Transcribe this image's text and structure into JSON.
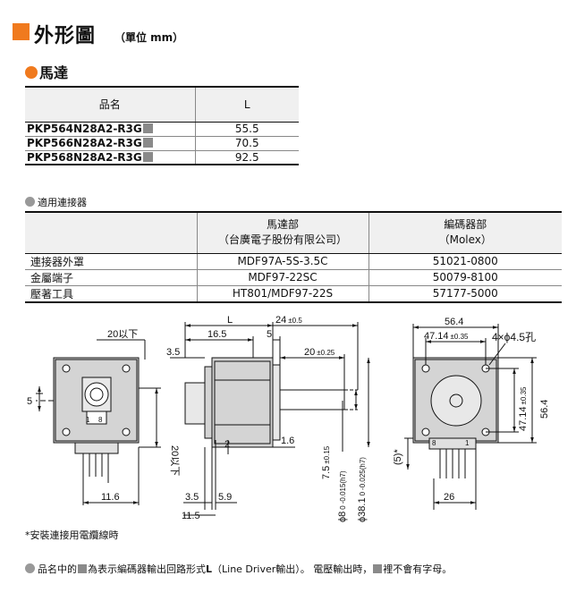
{
  "heading": {
    "title": "外形圖",
    "unit": "（單位 mm）"
  },
  "section": {
    "title": "馬達"
  },
  "model_table": {
    "headers": [
      "品名",
      "L"
    ],
    "rows": [
      {
        "name": "PKP564N28A2-R3G",
        "l": "55.5"
      },
      {
        "name": "PKP566N28A2-R3G",
        "l": "70.5"
      },
      {
        "name": "PKP568N28A2-R3G",
        "l": "92.5"
      }
    ]
  },
  "connector": {
    "title": "適用連接器",
    "headers": {
      "motor_line1": "馬達部",
      "motor_line2": "（台廣電子股份有限公司）",
      "encoder_line1": "編碼器部",
      "encoder_line2": "（Molex）"
    },
    "rows": [
      {
        "item": "連接器外罩",
        "motor": "MDF97A-5S-3.5C",
        "encoder": "51021-0800"
      },
      {
        "item": "金屬端子",
        "motor": "MDF97-22SC",
        "encoder": "50079-8100"
      },
      {
        "item": "壓著工具",
        "motor": "HT801/MDF97-22S",
        "encoder": "57177-5000"
      }
    ]
  },
  "drawing": {
    "dim_20_top": "20以下",
    "dim_20_side": "20以下",
    "dim_5": "5",
    "dim_11_6": "11.6",
    "pin_1": "1",
    "pin_8": "8",
    "dim_L": "L",
    "dim_24": "24",
    "tol_24": "±0.5",
    "dim_16_5": "16.5",
    "dim_5b": "5",
    "dim_3_5a": "3.5",
    "dim_20b": "20",
    "tol_20": "±0.25",
    "dim_2": "2",
    "dim_1_6": "1.6",
    "dim_7_5": "7.5",
    "tol_7_5": "±0.15",
    "dim_phi8": "ϕ8",
    "tol_phi8_top": "0",
    "tol_phi8_bot": "-0.015(h7)",
    "dim_phi38": "ϕ38.1",
    "tol_phi38_top": "0",
    "tol_phi38_bot": "-0.025(h7)",
    "dim_3_5b": "3.5",
    "dim_5_9": "5.9",
    "dim_11_5": "11.5",
    "dim_56_4": "56.4",
    "dim_47_14": "47.14",
    "tol_47": "±0.35",
    "dim_holes": "4×ϕ4.5孔",
    "dim_47_14v": "47.14",
    "tol_47v": "±0.35",
    "dim_56_4v": "56.4",
    "dim_5star": "(5)*",
    "dim_26": "26",
    "pin_8b": "8",
    "pin_1b": "1"
  },
  "notes": {
    "cable": "*安裝連接用電纜線時",
    "n_before": "品名中的",
    "n_after": "為表示編碼器輸出回路形式",
    "n_l": "L",
    "n_mid": "（Line Driver輸出）。 電壓輸出時，",
    "n_end": "裡不會有字母。"
  }
}
